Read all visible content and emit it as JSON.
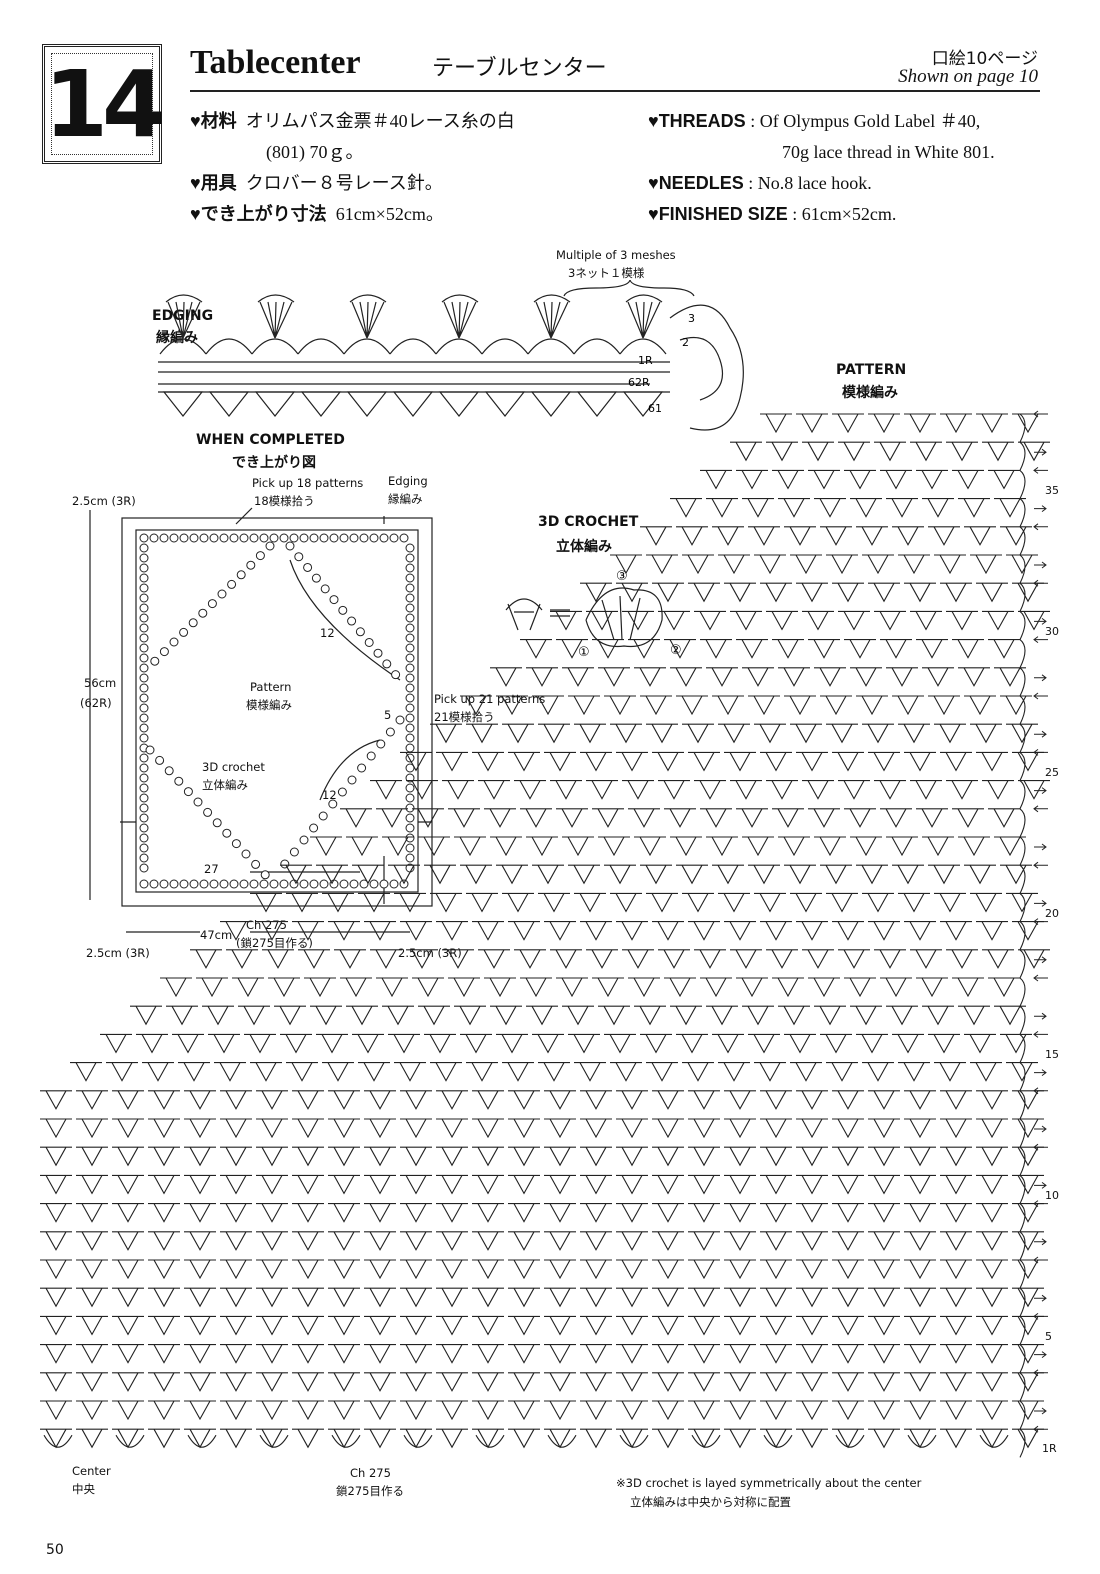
{
  "header": {
    "number": "14",
    "title_en": "Tablecenter",
    "title_jp": "テーブルセンター",
    "ref_jp": "口絵10ページ",
    "ref_en": "Shown on page 10"
  },
  "materials_jp": [
    {
      "label": "♥材料",
      "value": "オリムパス金票＃40レース糸の白"
    },
    {
      "label": "",
      "value": "(801) 70ｇ。"
    },
    {
      "label": "♥用具",
      "value": "クロバー８号レース針。"
    },
    {
      "label": "♥でき上がり寸法",
      "value": "61cm×52cm。"
    }
  ],
  "materials_en": [
    {
      "label": "♥THREADS",
      "value": "Of Olympus Gold Label ＃40,"
    },
    {
      "label": "",
      "value": "70g lace thread in White 801."
    },
    {
      "label": "♥NEEDLES",
      "value": "No.8 lace hook."
    },
    {
      "label": "♥FINISHED SIZE",
      "value": "61cm×52cm."
    }
  ],
  "edging": {
    "title_en": "EDGING",
    "title_jp": "縁編み",
    "repeat_en": "Multiple of 3 meshes",
    "repeat_jp": "3ネット１模様",
    "rounds": [
      "1R",
      "2",
      "3"
    ],
    "rows": [
      "62R",
      "61"
    ]
  },
  "completed": {
    "title_en": "WHEN COMPLETED",
    "title_jp": "でき上がり図",
    "pickup_top_en": "Pick up 18 patterns",
    "pickup_top_jp": "18模様拾う",
    "edging_en": "Edging",
    "edging_jp": "縁編み",
    "margin_top_left": "2.5cm (3R)",
    "height": "56cm",
    "height_rows": "(62R)",
    "pattern_en": "Pattern",
    "pattern_jp": "模様編み",
    "crochet3d_en": "3D crochet",
    "crochet3d_jp": "立体編み",
    "pickup_side_en": "Pick up 21 patterns",
    "pickup_side_jp": "21模様拾う",
    "count_12_upper": "12",
    "count_5": "5",
    "count_12_lower": "12",
    "count_27": "27",
    "width": "47cm",
    "chain_en": "Ch 275",
    "chain_jp": "(鎖275目作る)",
    "margin_bottom_left": "2.5cm (3R)",
    "margin_bottom_right": "2.5cm (3R)"
  },
  "crochet3d": {
    "title_en": "3D CROCHET",
    "title_jp": "立体編み",
    "steps": [
      "①",
      "②",
      "③"
    ]
  },
  "pattern": {
    "title_en": "PATTERN",
    "title_jp": "模様編み",
    "row_labels": [
      "35",
      "30",
      "25",
      "20",
      "15",
      "10",
      "5",
      "1R"
    ],
    "center_en": "Center",
    "center_jp": "中央",
    "chain_en": "Ch 275",
    "chain_jp": "鎖275目作る",
    "note_en": "※3D crochet is layed symmetrically about the center",
    "note_jp": "立体編みは中央から対称に配置"
  },
  "page_number": "50"
}
